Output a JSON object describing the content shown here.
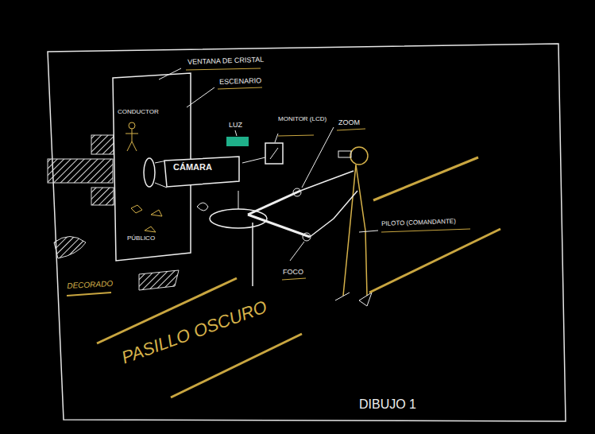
{
  "diagram": {
    "caption": "DIBUJO 1",
    "nodes": [
      {
        "text": [
          "CÁMARA"
        ]
      }
    ],
    "labels": [
      "VENTANA DE CRISTAL",
      "ESCENARIO",
      "LUZ",
      "MONITOR (LCD)",
      "ZOOM",
      "CONDUCTOR",
      "PÚBLICO",
      "PILOTO (COMANDANTE)",
      "FOCO",
      "DECORADO",
      "PASILLO OSCURO"
    ]
  }
}
